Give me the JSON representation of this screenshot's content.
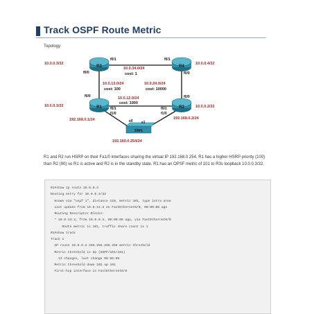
{
  "document": {
    "title": "Track OSPF Route Metric",
    "topology_label": "Topology:",
    "description": "R1 and R2 run HSRP on their Fa1/0 interfaces sharing the virtual IP 192.168.0.254. R1 has a higher HSRP priority (100) than R2 (90) so R1 is active and R2 is in the standby state. R1 has an OPSF metric of 101 to R3s loopback 10.0.0.3/32."
  },
  "colors": {
    "title": "#1f3f66",
    "router": "#2f8fa8",
    "link": "#111111",
    "label_red": "#b22222",
    "label_black": "#111111"
  },
  "topology": {
    "routers": [
      {
        "name": "R3",
        "icon": "router-icon"
      },
      {
        "name": "R4",
        "icon": "router-icon"
      },
      {
        "name": "R1",
        "icon": "router-icon"
      },
      {
        "name": "R2",
        "icon": "router-icon"
      }
    ],
    "switch": {
      "name": "SW1",
      "icon": "switch-icon"
    },
    "loopbacks": {
      "r3": "10.0.0.3/32",
      "r4": "10.0.0.4/32",
      "r1": "10.0.0.1/32",
      "r2": "10.0.0.2/32"
    },
    "links": {
      "r3_r4": {
        "network": "10.0.34.0/24",
        "cost": "cost: 1"
      },
      "r1_r3": {
        "network": "10.0.13.0/24",
        "cost": "cost: 100"
      },
      "r2_r4": {
        "network": "10.0.24.0/24",
        "cost": "cost: 10000"
      },
      "r1_r2": {
        "network": "10.0.12.0/24",
        "cost": "cost: 1000"
      }
    },
    "interfaces": {
      "r3_f01": "f0/1",
      "r3_f00": "f0/0",
      "r4_f01": "f0/1",
      "r4_f00": "f0/0",
      "r1_f00": "f0/0",
      "r1_f01": "f0/1",
      "r1_f10": "f1/0",
      "r2_f00": "f0/0",
      "r2_f01": "f0/1",
      "r2_f10": "f1/0",
      "sw_e0": "e0",
      "sw_e1": "e1"
    },
    "lan": {
      "r1_ip": "192.168.0.1/24",
      "r2_ip": "192.168.0.2/24",
      "virtual_ip": "192.160.0.254/24"
    }
  },
  "cli_lines": [
    "R1#show ip route 10.0.0.3",
    "Routing entry for 10.0.0.3/32",
    "  Known via \"ospf 1\", distance 110, metric 101, type intra area",
    "  Last update from 10.0.13.3 on FastEthernet0/0, 00:00:06 ago",
    "  Routing Descriptor Blocks:",
    "  * 10.0.13.3, from 10.0.0.3, 00:00:08 ago, via FastEthernet0/0",
    "      Route metric is 101, traffic share count is 1",
    "",
    "R1#show track",
    "Track 1",
    "  IP route 10.0.0.3 255.255.255.255 metric threshold",
    "  Metric threshold is Up (OSPF/101/101)",
    "    13 changes, last change 00:50:06",
    "  Metric threshold down 102 up 101",
    "  First-hop interface is FastEthernet0/0"
  ]
}
